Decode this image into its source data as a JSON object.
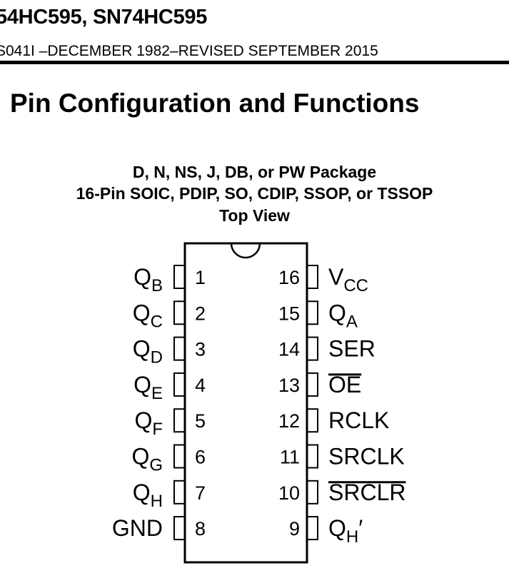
{
  "header": {
    "title": "54HC595, SN74HC595",
    "doc_line": "S041I –DECEMBER 1982–REVISED SEPTEMBER 2015"
  },
  "section_title": "Pin Configuration and Functions",
  "package": {
    "line1": "D, N, NS, J, DB, or PW Package",
    "line2": "16-Pin SOIC, PDIP, SO, CDIP, SSOP, or TSSOP",
    "line3": "Top View"
  },
  "pins_left": [
    {
      "num": "1",
      "base": "Q",
      "sub": "B",
      "overline": false
    },
    {
      "num": "2",
      "base": "Q",
      "sub": "C",
      "overline": false
    },
    {
      "num": "3",
      "base": "Q",
      "sub": "D",
      "overline": false
    },
    {
      "num": "4",
      "base": "Q",
      "sub": "E",
      "overline": false
    },
    {
      "num": "5",
      "base": "Q",
      "sub": "F",
      "overline": false
    },
    {
      "num": "6",
      "base": "Q",
      "sub": "G",
      "overline": false
    },
    {
      "num": "7",
      "base": "Q",
      "sub": "H",
      "overline": false
    },
    {
      "num": "8",
      "base": "GND",
      "sub": "",
      "overline": false
    }
  ],
  "pins_right": [
    {
      "num": "16",
      "base": "V",
      "sub": "CC",
      "overline": false,
      "suffix": ""
    },
    {
      "num": "15",
      "base": "Q",
      "sub": "A",
      "overline": false,
      "suffix": ""
    },
    {
      "num": "14",
      "base": "SER",
      "sub": "",
      "overline": false,
      "suffix": ""
    },
    {
      "num": "13",
      "base": "OE",
      "sub": "",
      "overline": true,
      "suffix": ""
    },
    {
      "num": "12",
      "base": "RCLK",
      "sub": "",
      "overline": false,
      "suffix": ""
    },
    {
      "num": "11",
      "base": "SRCLK",
      "sub": "",
      "overline": false,
      "suffix": ""
    },
    {
      "num": "10",
      "base": "SRCLR",
      "sub": "",
      "overline": true,
      "suffix": ""
    },
    {
      "num": "9",
      "base": "Q",
      "sub": "H",
      "overline": false,
      "suffix": "′"
    }
  ]
}
